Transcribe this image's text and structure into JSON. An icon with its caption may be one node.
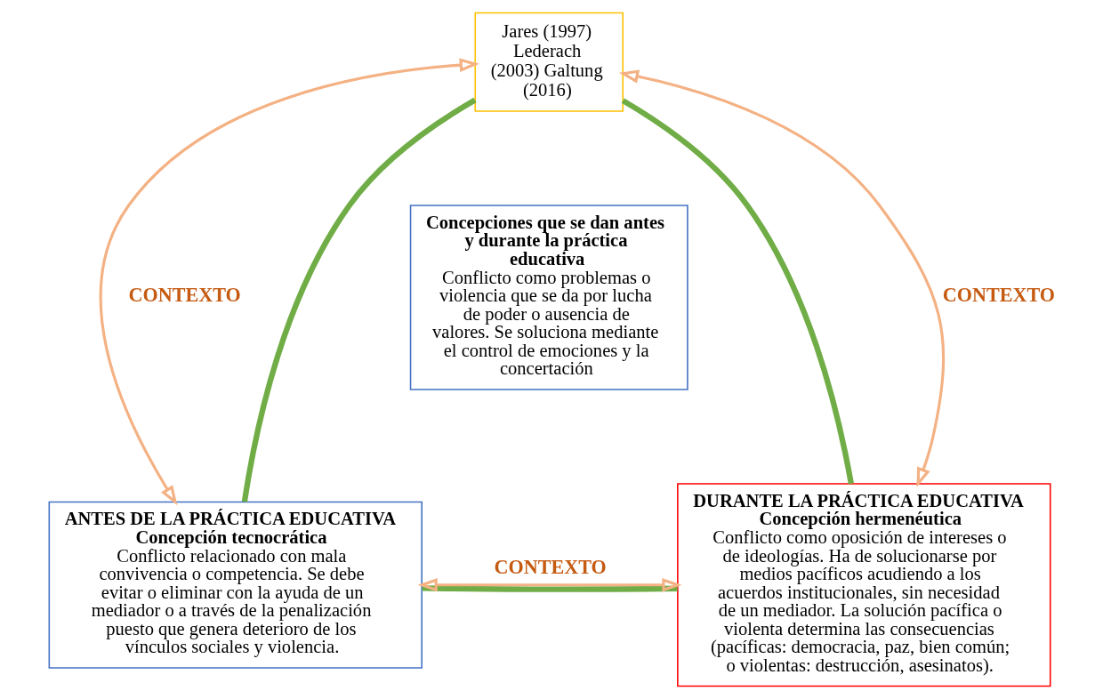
{
  "diagram": {
    "nodes": [
      {
        "text": [
          "Jares (1997) Lederach (2003) Galtung (2016)"
        ]
      },
      {
        "text": [
          "Concepciones que se dan antes y durante la práctica educativa",
          "Conflicto como problemas o violencia que se da por lucha de poder o ausencia de valores. Se soluciona mediante el control de emociones y la concertación"
        ]
      },
      {
        "text": [
          "ANTES DE LA PRÁCTICA EDUCATIVA",
          "Concepción tecnocrática",
          "Conflicto relacionado con mala convivencia o competencia. Se debe evitar o eliminar con la ayuda de un mediador o a través de la penalización puesto que genera deterioro de los vínculos sociales y violencia."
        ]
      },
      {
        "text": [
          "DURANTE LA PRÁCTICA EDUCATIVA",
          "Concepción hermenéutica",
          "Conflicto como oposición de intereses o de ideologías. Ha de solucionarse por medios pacíficos acudiendo a los acuerdos institucionales, sin necesidad de un mediador. La solución pacífica o violenta determina las consecuencias (pacíficas: democracia, paz, bien común; o violentas: destrucción, asesinatos)."
        ]
      }
    ],
    "edges": [
      {
        "from": 0,
        "to": 2,
        "arrow": "none",
        "style": "thick",
        "color": "#70ad47"
      },
      {
        "from": 0,
        "to": 3,
        "arrow": "none",
        "style": "thick",
        "color": "#70ad47"
      },
      {
        "from": 2,
        "to": 3,
        "arrow": "none",
        "style": "thick",
        "color": "#70ad47"
      },
      {
        "from": 0,
        "to": 2,
        "arrow": "both",
        "label": "CONTEXTO",
        "color": "#f4b183"
      },
      {
        "from": 0,
        "to": 3,
        "arrow": "both",
        "label": "CONTEXTO",
        "color": "#f4b183"
      },
      {
        "from": 2,
        "to": 3,
        "arrow": "both",
        "label": "CONTEXTO",
        "color": "#f4b183"
      }
    ]
  }
}
